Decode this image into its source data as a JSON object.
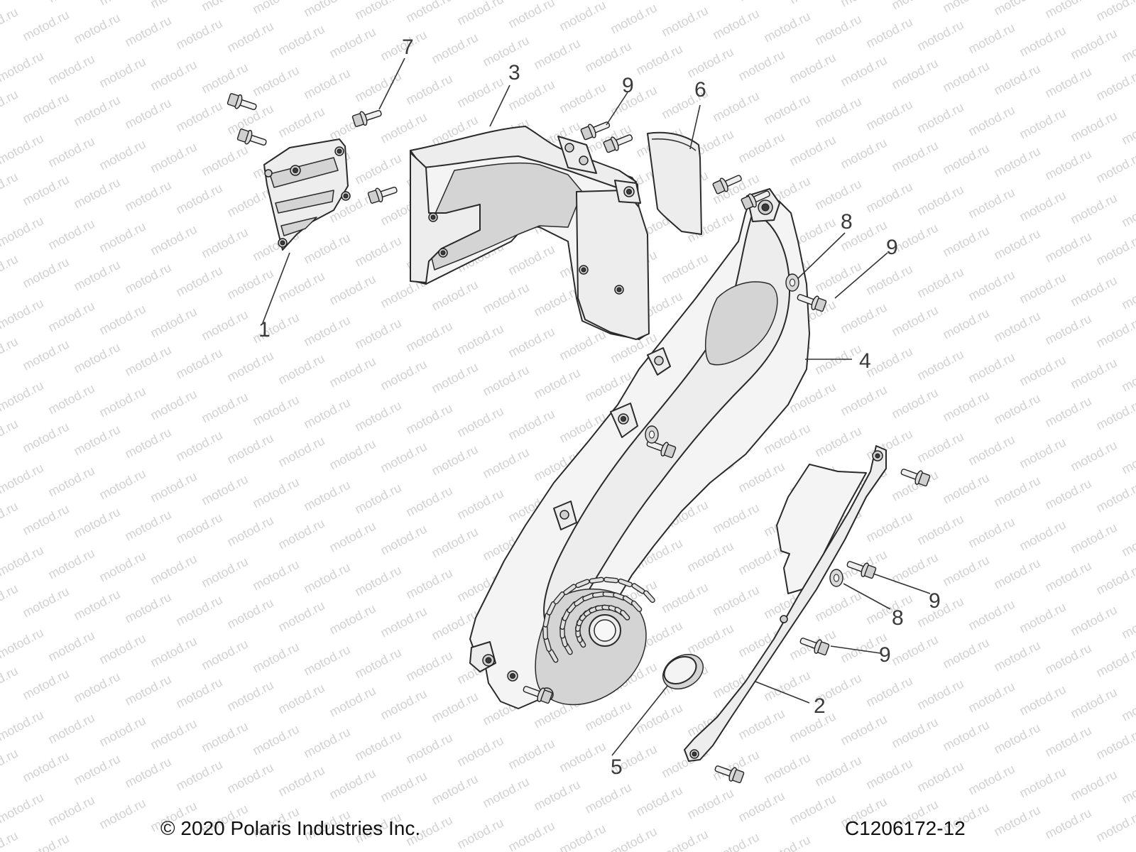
{
  "watermark": {
    "text": "motod.ru",
    "color": "#d2d2d2"
  },
  "callouts": [
    {
      "id": "c1",
      "label": "1"
    },
    {
      "id": "c2",
      "label": "2"
    },
    {
      "id": "c3",
      "label": "3"
    },
    {
      "id": "c4",
      "label": "4"
    },
    {
      "id": "c5",
      "label": "5"
    },
    {
      "id": "c6",
      "label": "6"
    },
    {
      "id": "c7",
      "label": "7"
    },
    {
      "id": "c8a",
      "label": "8"
    },
    {
      "id": "c8b",
      "label": "8"
    },
    {
      "id": "c9a",
      "label": "9"
    },
    {
      "id": "c9b",
      "label": "9"
    },
    {
      "id": "c9c",
      "label": "9"
    },
    {
      "id": "c9d",
      "label": "9"
    }
  ],
  "footer": {
    "copyright": "© 2020 Polaris Industries Inc.",
    "diagram_code": "C1206172-12"
  },
  "colors": {
    "part_fill": "#ededed",
    "outline": "#2a2a2a",
    "label": "#3a3a3a"
  }
}
